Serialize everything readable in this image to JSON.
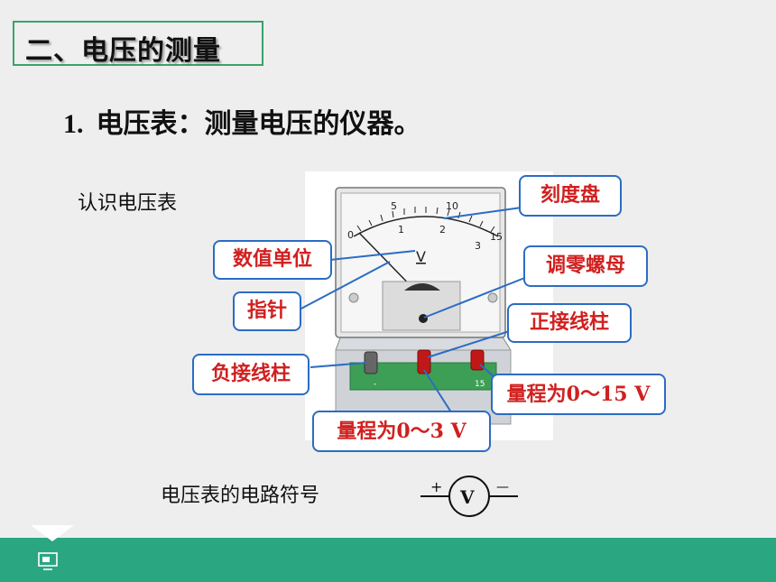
{
  "section_title": "二、电压的测量",
  "heading": {
    "number": "1.",
    "text": "电压表：测量电压的仪器。"
  },
  "recognize_label": "认识电压表",
  "meter": {
    "scale_top": [
      "5",
      "10",
      "15"
    ],
    "scale_bottom": [
      "0",
      "1",
      "2",
      "3"
    ],
    "unit": "V",
    "terminal_labels": [
      "-",
      "15"
    ]
  },
  "callouts": {
    "dial": "刻度盘",
    "unit": "数值单位",
    "zero_screw": "调零螺母",
    "pointer": "指针",
    "positive_terminal": "正接线柱",
    "negative_terminal": "负接线柱",
    "range_15": "量程为0～15 V",
    "range_3": "量程为0～3 V"
  },
  "symbol": {
    "label": "电压表的电路符号",
    "letter": "V",
    "plus": "+",
    "minus": "—"
  },
  "colors": {
    "accent_green": "#2aa680",
    "callout_border": "#2b6cc4",
    "callout_text": "#d02020"
  }
}
